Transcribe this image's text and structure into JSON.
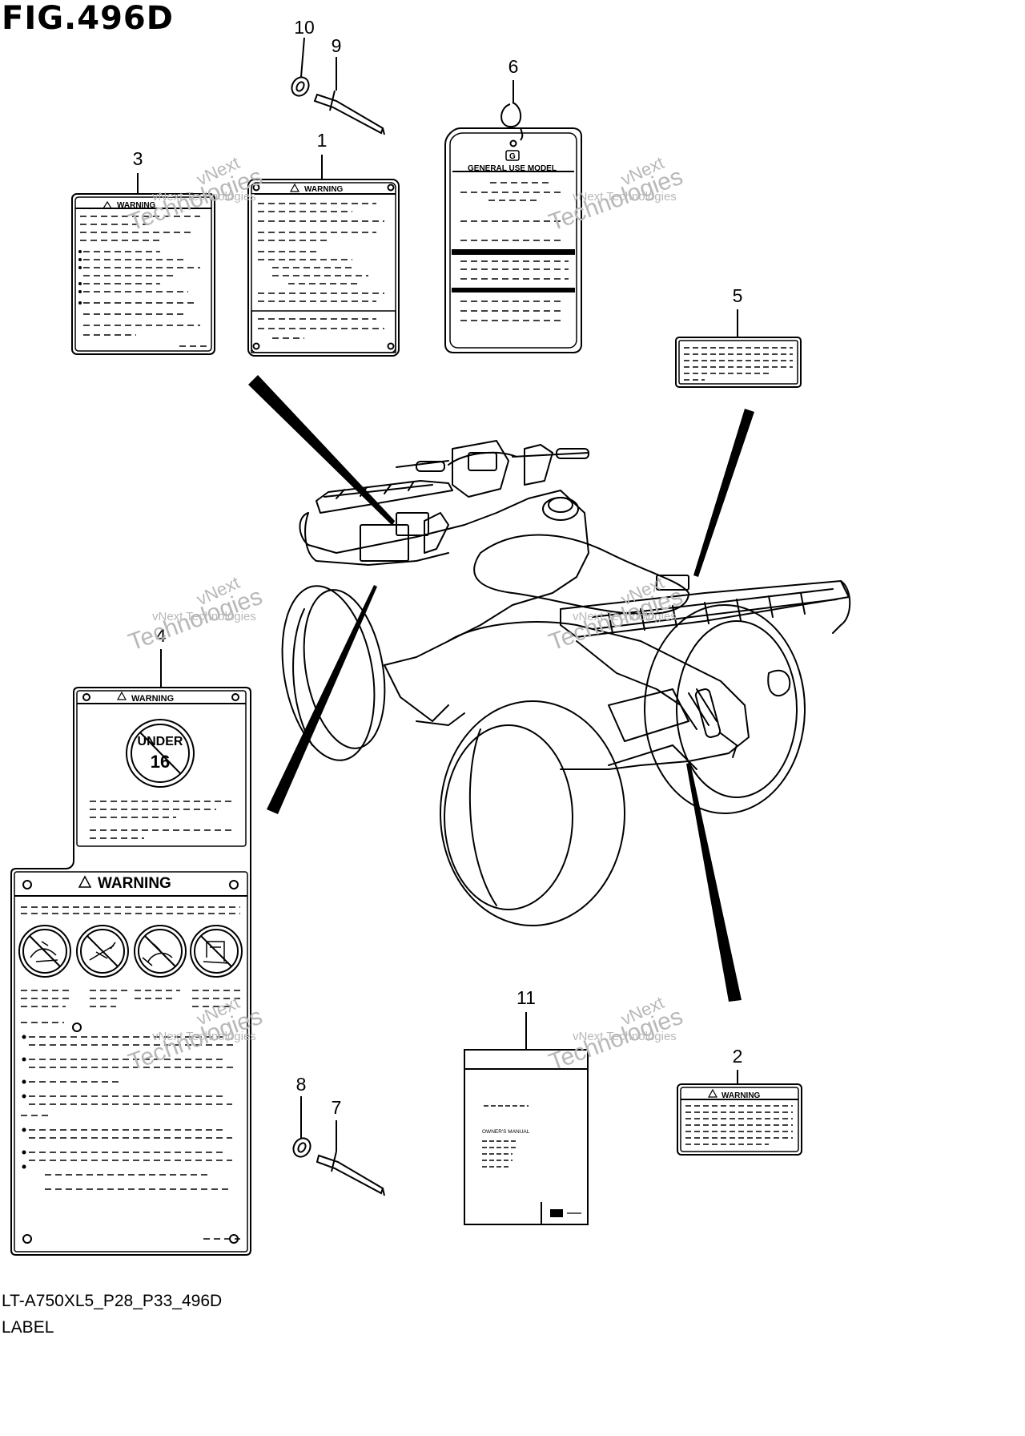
{
  "figure": {
    "title": "FIG.496D",
    "model_code": "LT-A750XL5_P28_P33_496D",
    "section": "LABEL"
  },
  "callouts": [
    "1",
    "2",
    "3",
    "4",
    "5",
    "6",
    "7",
    "8",
    "9",
    "10",
    "11"
  ],
  "labels": {
    "warning": "WARNING",
    "under": "UNDER",
    "age": "16",
    "general_use": "GENERAL USE MODEL",
    "owners_manual": "OWNER'S MANUAL",
    "tag_letter": "G"
  },
  "watermark": {
    "line1": "vNext Technologies",
    "line2": "Technologies",
    "line3": "vNext"
  }
}
